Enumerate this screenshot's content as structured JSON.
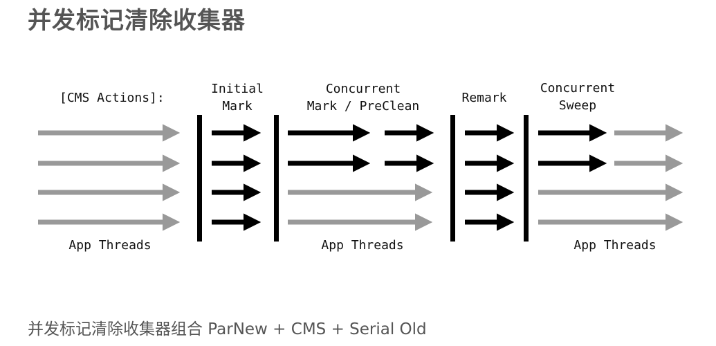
{
  "title": "并发标记清除收集器",
  "footer": "并发标记清除收集器组合 ParNew + CMS + Serial Old",
  "diagram": {
    "actions_label": "[CMS Actions]:",
    "phases": [
      {
        "line1": "Initial",
        "line2": "Mark"
      },
      {
        "line1": "Concurrent",
        "line2": "Mark / PreClean"
      },
      {
        "line1": "",
        "line2": "Remark"
      },
      {
        "line1": "Concurrent",
        "line2": "Sweep"
      }
    ],
    "thread_labels": [
      "App Threads",
      "App Threads",
      "App Threads"
    ],
    "colors": {
      "gc_arrow": "#000000",
      "app_arrow": "#999999",
      "separator": "#000000",
      "text": "#111111"
    }
  }
}
